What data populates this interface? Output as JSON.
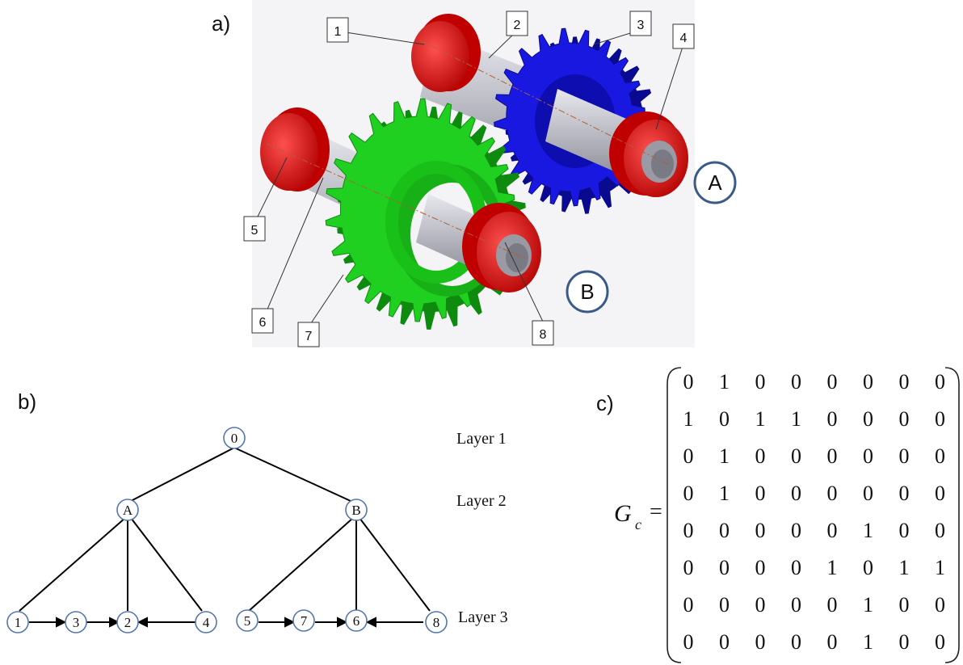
{
  "panels": {
    "a": "a)",
    "b": "b)",
    "c": "c)"
  },
  "part_labels": [
    "1",
    "2",
    "3",
    "4",
    "5",
    "6",
    "7",
    "8"
  ],
  "gear_labels": {
    "A": "A",
    "B": "B"
  },
  "tree": {
    "nodes": {
      "root": "0",
      "A": "A",
      "B": "B",
      "n1": "1",
      "n2": "2",
      "n3": "3",
      "n4": "4",
      "n5": "5",
      "n6": "6",
      "n7": "7",
      "n8": "8"
    },
    "layers": [
      "Layer 1",
      "Layer 2",
      "Layer 3"
    ]
  },
  "matrix": {
    "symbol": "G",
    "subscript": "c",
    "equals": "=",
    "rows": [
      [
        0,
        1,
        0,
        0,
        0,
        0,
        0,
        0
      ],
      [
        1,
        0,
        1,
        1,
        0,
        0,
        0,
        0
      ],
      [
        0,
        1,
        0,
        0,
        0,
        0,
        0,
        0
      ],
      [
        0,
        1,
        0,
        0,
        0,
        0,
        0,
        0
      ],
      [
        0,
        0,
        0,
        0,
        0,
        1,
        0,
        0
      ],
      [
        0,
        0,
        0,
        0,
        1,
        0,
        1,
        1
      ],
      [
        0,
        0,
        0,
        0,
        0,
        1,
        0,
        0
      ],
      [
        0,
        0,
        0,
        0,
        0,
        1,
        0,
        0
      ]
    ]
  },
  "colors": {
    "bearing": "#e01010",
    "shaft": "#c8c8d0",
    "gear_A": "#1818e0",
    "gear_B": "#20d020",
    "node_stroke": "#5577aa",
    "circle_label_stroke": "#3a5a8a"
  }
}
